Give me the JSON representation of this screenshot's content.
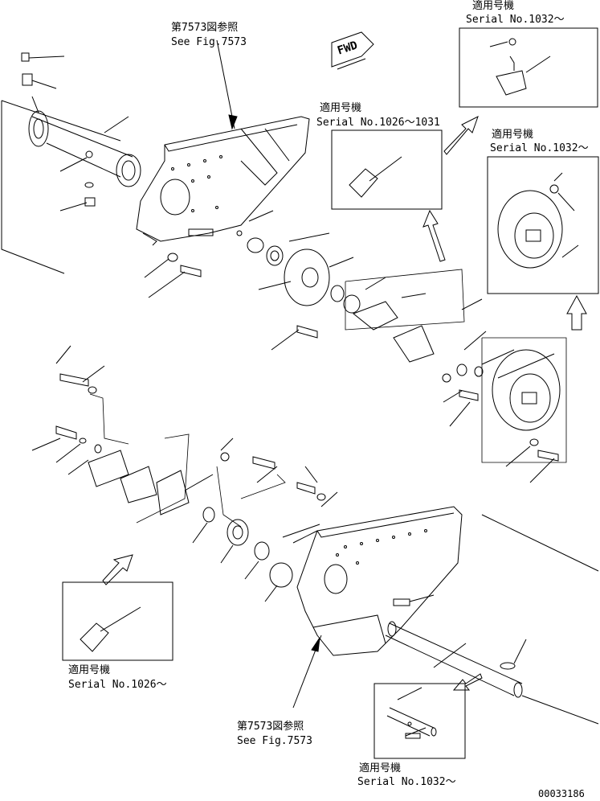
{
  "fig_ref_top": {
    "jp": "第7573図参照",
    "en": "See Fig.7573"
  },
  "fig_ref_bottom": {
    "jp": "第7573図参照",
    "en": "See Fig.7573"
  },
  "fwd_label": "FWD",
  "callout_top_right": {
    "jp": "適用号機",
    "en": "Serial No.1032～"
  },
  "callout_mid": {
    "jp": "適用号機",
    "en": "Serial No.1026～1031"
  },
  "callout_right": {
    "jp": "適用号機",
    "en": "Serial No.1032～"
  },
  "callout_left": {
    "jp": "適用号機",
    "en": "Serial No.1026～"
  },
  "callout_bottom": {
    "jp": "適用号機",
    "en": "Serial No.1032～"
  },
  "drawing_number": "00033186",
  "colors": {
    "line": "#000000",
    "background": "#ffffff"
  }
}
